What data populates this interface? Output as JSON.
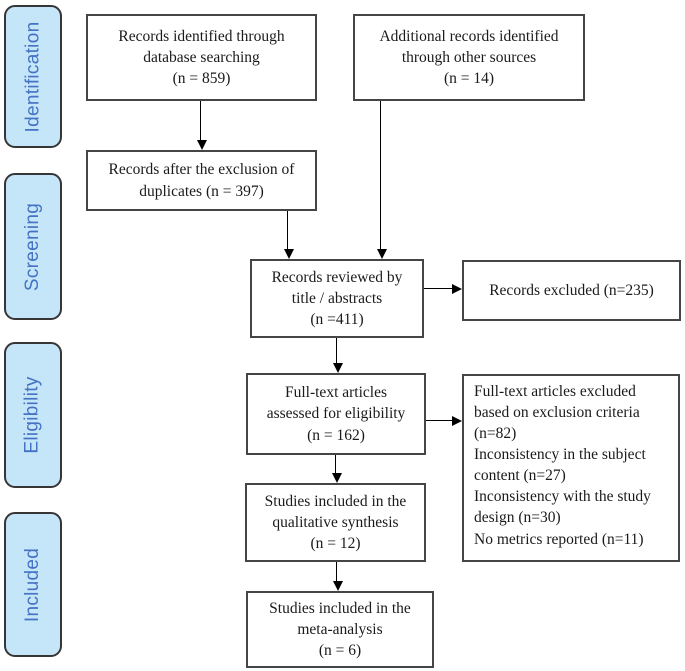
{
  "stages": [
    {
      "id": "identification",
      "label": "Identification"
    },
    {
      "id": "screening",
      "label": "Screening"
    },
    {
      "id": "eligibility",
      "label": "Eligibility"
    },
    {
      "id": "included",
      "label": "Included"
    }
  ],
  "boxes": {
    "identified": {
      "lines": [
        "Records identified through",
        "database searching",
        "(n = 859)"
      ]
    },
    "additional": {
      "lines": [
        "Additional records identified",
        "through other sources",
        "(n = 14)"
      ]
    },
    "deduplicated": {
      "lines": [
        "Records after the exclusion of",
        "duplicates (n = 397)"
      ]
    },
    "reviewed": {
      "lines": [
        "Records reviewed by",
        "title / abstracts",
        "(n =411)"
      ]
    },
    "excluded": {
      "lines": [
        "Records excluded (n=235)"
      ]
    },
    "fulltext": {
      "lines": [
        "Full-text articles",
        "assessed for eligibility",
        "(n = 162)"
      ]
    },
    "fulltext_excluded": {
      "lines": [
        "Full-text articles excluded based on exclusion criteria (n=82)",
        "Inconsistency in the subject content (n=27)",
        "Inconsistency with the study design (n=30)",
        "No metrics reported (n=11)"
      ]
    },
    "qualitative": {
      "lines": [
        "Studies included in the",
        "qualitative synthesis",
        "(n = 12)"
      ]
    },
    "meta": {
      "lines": [
        "Studies included in the",
        "meta-analysis",
        "(n = 6)"
      ]
    }
  },
  "edges": [
    {
      "from": "identified",
      "to": "deduplicated"
    },
    {
      "from": "deduplicated",
      "to": "reviewed"
    },
    {
      "from": "additional",
      "to": "reviewed"
    },
    {
      "from": "reviewed",
      "to": "excluded"
    },
    {
      "from": "reviewed",
      "to": "fulltext"
    },
    {
      "from": "fulltext",
      "to": "fulltext_excluded"
    },
    {
      "from": "fulltext",
      "to": "qualitative"
    },
    {
      "from": "qualitative",
      "to": "meta"
    }
  ],
  "colors": {
    "stage_fill": "#c5e6f9",
    "stage_text": "#4472c4",
    "box_border": "#454545",
    "arrow": "#000000",
    "background": "#ffffff"
  }
}
